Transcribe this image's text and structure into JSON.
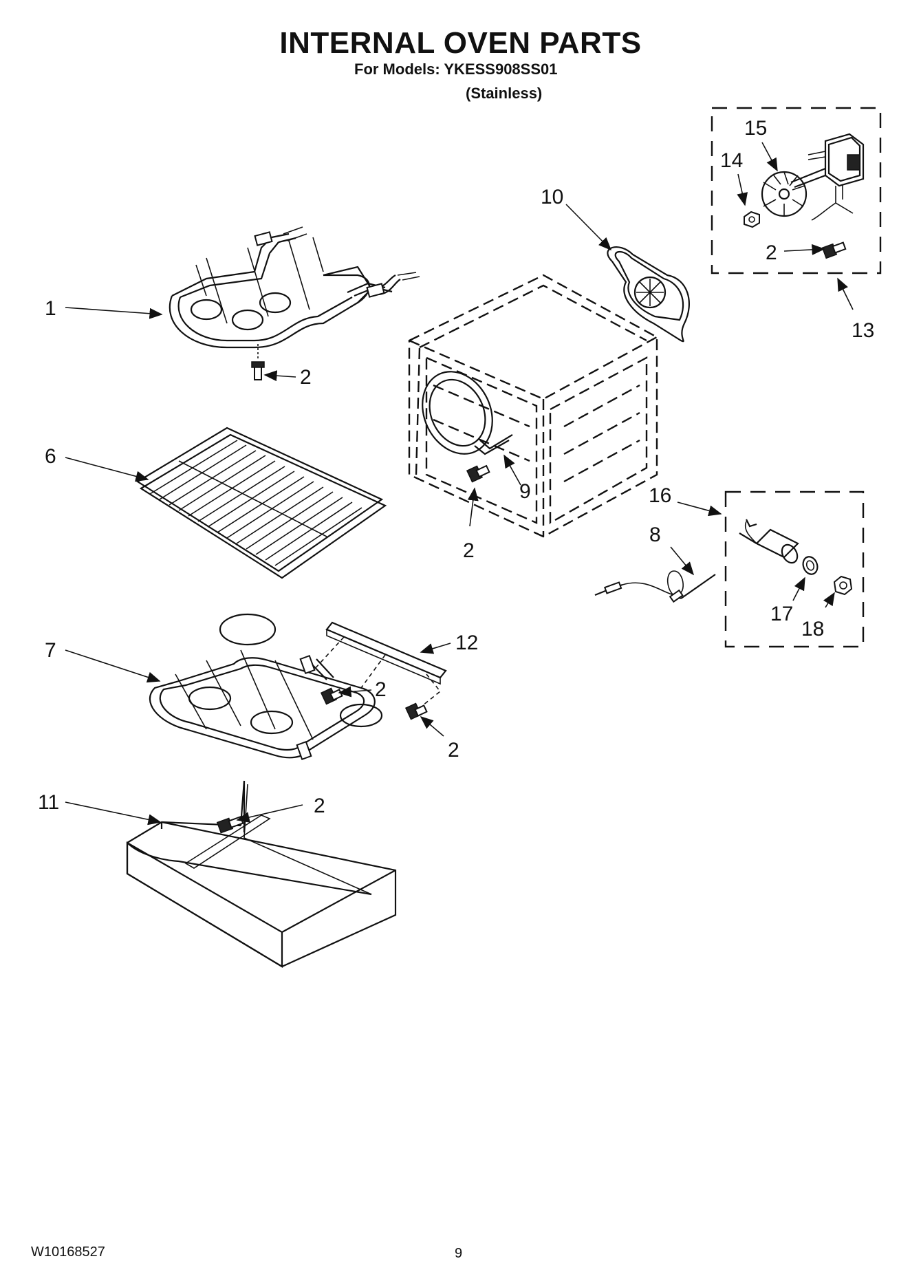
{
  "header": {
    "title": "INTERNAL OVEN PARTS",
    "subtitle": "For Models: YKESS908SS01",
    "variant": "(Stainless)"
  },
  "callouts": [
    {
      "id": "c1",
      "label": "1"
    },
    {
      "id": "c2a",
      "label": "2"
    },
    {
      "id": "c6",
      "label": "6"
    },
    {
      "id": "c7",
      "label": "7"
    },
    {
      "id": "c2b",
      "label": "2"
    },
    {
      "id": "c2c",
      "label": "2"
    },
    {
      "id": "c12",
      "label": "12"
    },
    {
      "id": "c11",
      "label": "11"
    },
    {
      "id": "c2d",
      "label": "2"
    },
    {
      "id": "c10",
      "label": "10"
    },
    {
      "id": "c9",
      "label": "9"
    },
    {
      "id": "c2e",
      "label": "2"
    },
    {
      "id": "c15",
      "label": "15"
    },
    {
      "id": "c14",
      "label": "14"
    },
    {
      "id": "c2f",
      "label": "2"
    },
    {
      "id": "c13",
      "label": "13"
    },
    {
      "id": "c16",
      "label": "16"
    },
    {
      "id": "c8",
      "label": "8"
    },
    {
      "id": "c17",
      "label": "17"
    },
    {
      "id": "c18",
      "label": "18"
    }
  ],
  "footer": {
    "doc_number": "W10168527",
    "page": "9"
  }
}
